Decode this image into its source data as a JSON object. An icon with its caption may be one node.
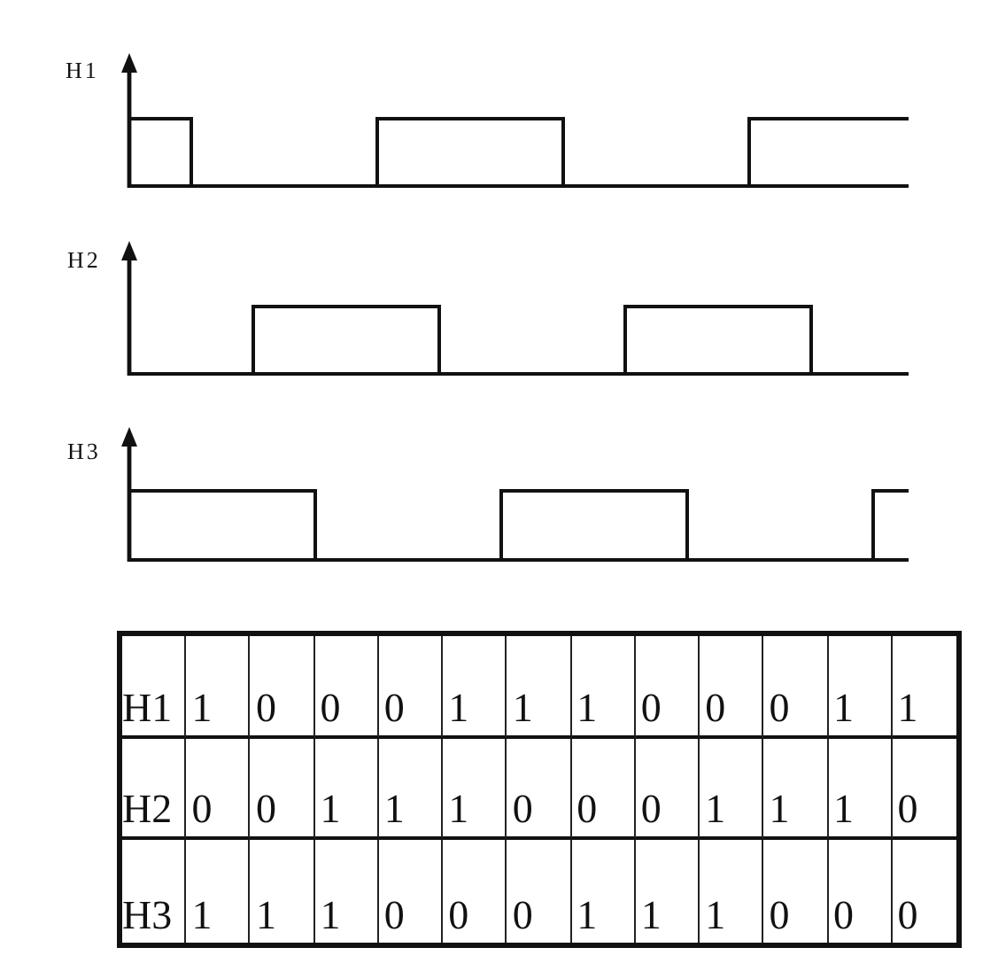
{
  "diagram": {
    "labels": [
      "H1",
      "H2",
      "H3",
      "H1",
      "1",
      "0",
      "0",
      "0",
      "1",
      "1",
      "1",
      "0",
      "0",
      "0",
      "1",
      "1",
      "H2",
      "0",
      "0",
      "1",
      "1",
      "1",
      "0",
      "0",
      "0",
      "1",
      "1",
      "1",
      "0",
      "H3",
      "1",
      "1",
      "1",
      "0",
      "0",
      "0",
      "1",
      "1",
      "1",
      "0",
      "0",
      "0"
    ]
  }
}
